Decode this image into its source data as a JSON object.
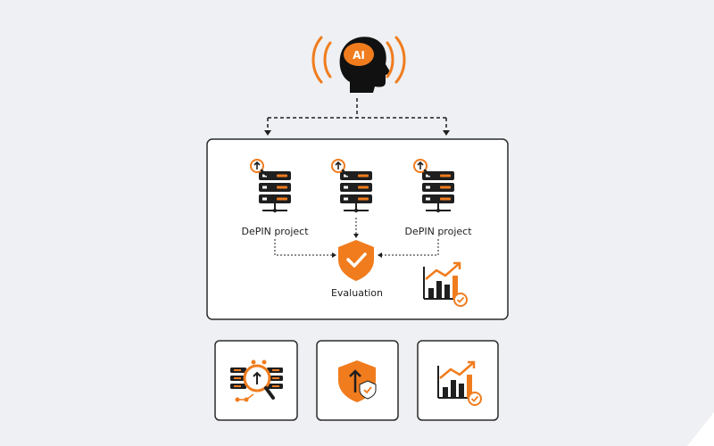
{
  "labels": {
    "head_text": "AI",
    "node_left": "DePIN project",
    "node_right": "DePIN project",
    "evaluation": "Evaluation"
  },
  "icons": {
    "head": "ai-head-icon",
    "server": "server-rack-icon",
    "shield": "shield-check-icon",
    "growth": "growth-chart-icon",
    "search": "search-analysis-icon",
    "security": "security-shield-icon",
    "analytics": "analytics-chart-icon"
  },
  "colors": {
    "accent": "#f07c1e",
    "dark": "#1f1f1f",
    "background": "#eef0f3",
    "card": "#ffffff"
  }
}
